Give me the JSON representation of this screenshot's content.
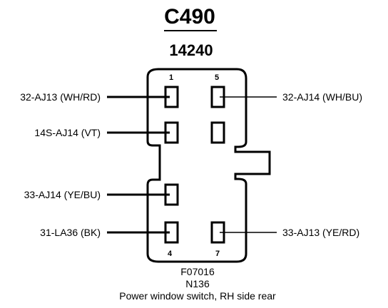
{
  "header": {
    "connector_id": "C490",
    "part_number": "14240"
  },
  "pins": {
    "pin1": "1",
    "pin5": "5",
    "pin4": "4",
    "pin7": "7"
  },
  "wires": {
    "left_1": "32-AJ13 (WH/RD)",
    "left_2": "14S-AJ14 (VT)",
    "left_3": "33-AJ14 (YE/BU)",
    "left_4": "31-LA36 (BK)",
    "right_1": "32-AJ14 (WH/BU)",
    "right_2": "33-AJ13 (YE/RD)"
  },
  "footer": {
    "figure_code": "F07016",
    "ref_code": "N136",
    "description": "Power window switch, RH side rear"
  }
}
